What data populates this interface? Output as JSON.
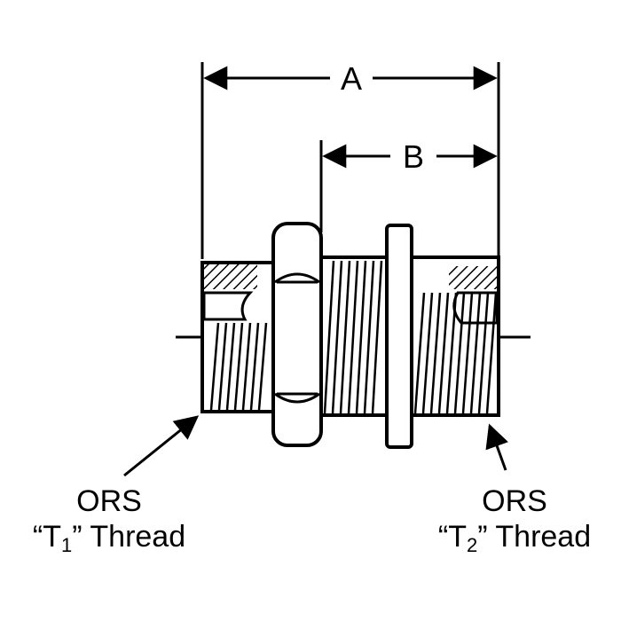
{
  "dimensions": {
    "a_label": "A",
    "b_label": "B"
  },
  "left_thread": {
    "name": "ORS",
    "quote_open": "“T",
    "subscript": "1",
    "quote_close": "”",
    "word": "Thread"
  },
  "right_thread": {
    "name": "ORS",
    "quote_open": "“T",
    "subscript": "2",
    "quote_close": "”",
    "word": "Thread"
  },
  "colors": {
    "ink": "#000000",
    "paper": "#ffffff"
  }
}
